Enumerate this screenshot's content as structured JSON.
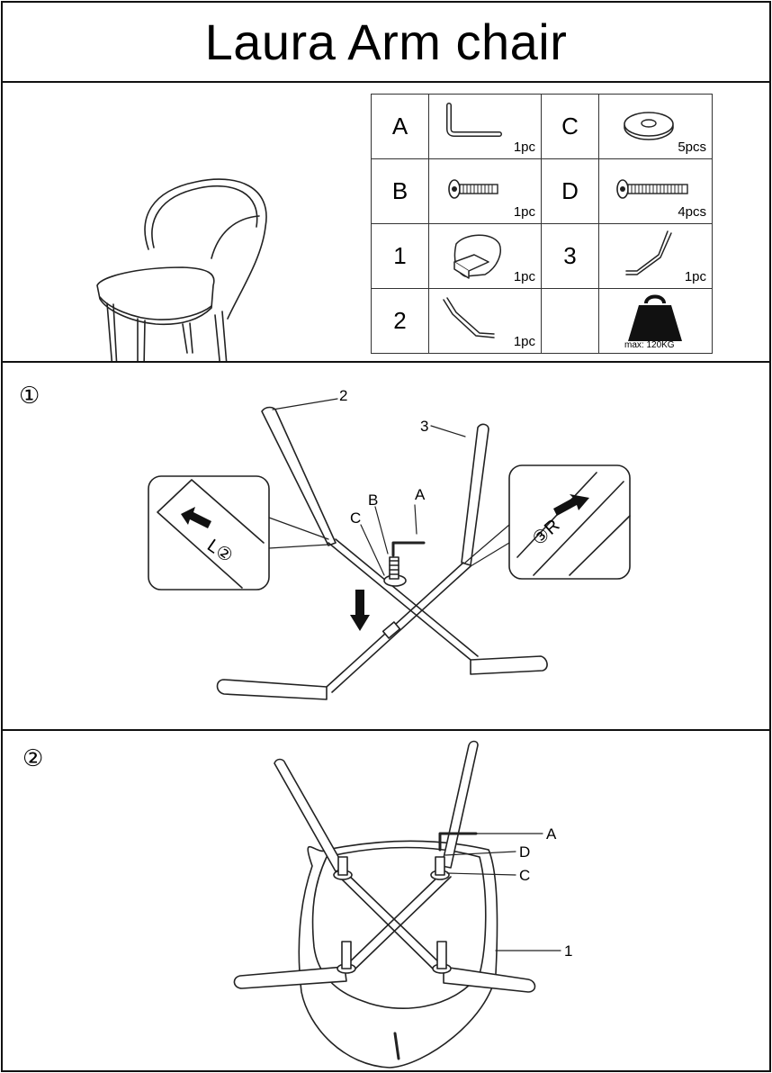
{
  "title": "Laura Arm chair",
  "parts": [
    {
      "id": "A",
      "qty": "1pc",
      "icon": "allen-key-icon"
    },
    {
      "id": "C",
      "qty": "5pcs",
      "icon": "washer-icon"
    },
    {
      "id": "B",
      "qty": "1pc",
      "icon": "short-bolt-icon"
    },
    {
      "id": "D",
      "qty": "4pcs",
      "icon": "long-bolt-icon"
    },
    {
      "id": "1",
      "qty": "1pc",
      "icon": "seat-shell-icon"
    },
    {
      "id": "3",
      "qty": "1pc",
      "icon": "leg-frame-icon"
    },
    {
      "id": "2",
      "qty": "1pc",
      "icon": "leg-frame-icon"
    }
  ],
  "max_load": "max: 120KG",
  "step1": {
    "number": "①",
    "labels": {
      "leg2": "2",
      "leg3": "3",
      "a": "A",
      "b": "B",
      "c": "C"
    },
    "detail_left": "L②",
    "detail_right": "③R"
  },
  "step2": {
    "number": "②",
    "labels": {
      "a": "A",
      "d": "D",
      "c": "C",
      "seat": "1"
    }
  }
}
